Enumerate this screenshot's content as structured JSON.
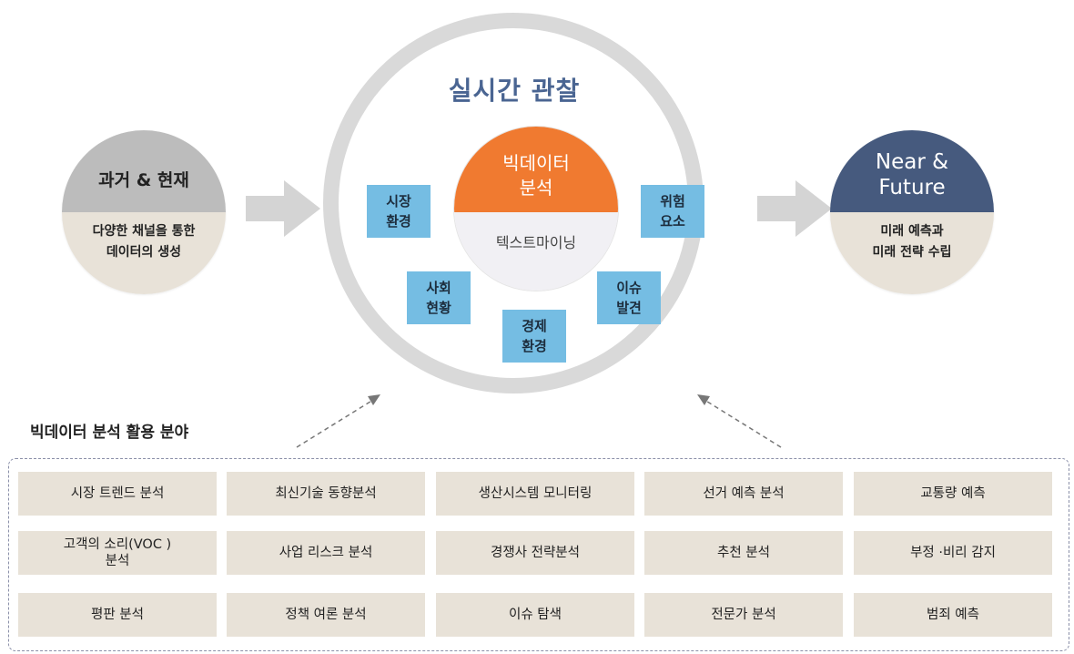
{
  "past": {
    "title": "과거 & 현재",
    "line1": "다양한 채널을 통한",
    "line2": "데이터의 생성"
  },
  "future": {
    "title_line1": "Near &",
    "title_line2": "Future",
    "line1": "미래 예측과",
    "line2": "미래 전략 수립"
  },
  "center": {
    "title": "실시간 관찰",
    "core_top_line1": "빅데이터",
    "core_top_line2": "분석",
    "core_bottom": "텍스트마이닝",
    "tags": {
      "market": "시장\n환경",
      "risk": "위험\n요소",
      "social": "사회\n현황",
      "issue": "이슈\n발견",
      "economy": "경제\n환경"
    }
  },
  "applications": {
    "title": "빅데이터 분석 활용 분야",
    "items": [
      "시장  트렌드 분석",
      "최신기술 동향분석",
      "생산시스템 모니터링",
      "선거 예측 분석",
      "교통량 예측",
      "고객의 소리(VOC )\n분석",
      "사업 리스크 분석",
      "경쟁사 전략분석",
      "추천 분석",
      "부정 ·비리 감지",
      "평판 분석",
      "정책 여론 분석",
      "이슈 탐색",
      "전문가 분석",
      "범죄 예측"
    ]
  },
  "colors": {
    "past_top": "#bcbcbc",
    "future_top": "#465a7e",
    "beige": "#e8e2d8",
    "core_orange": "#f07a30",
    "tag_blue": "#75bde3",
    "title_blue": "#4a6592",
    "ring_gray": "#d9d9d9",
    "arrow_gray": "#d4d4d4"
  }
}
